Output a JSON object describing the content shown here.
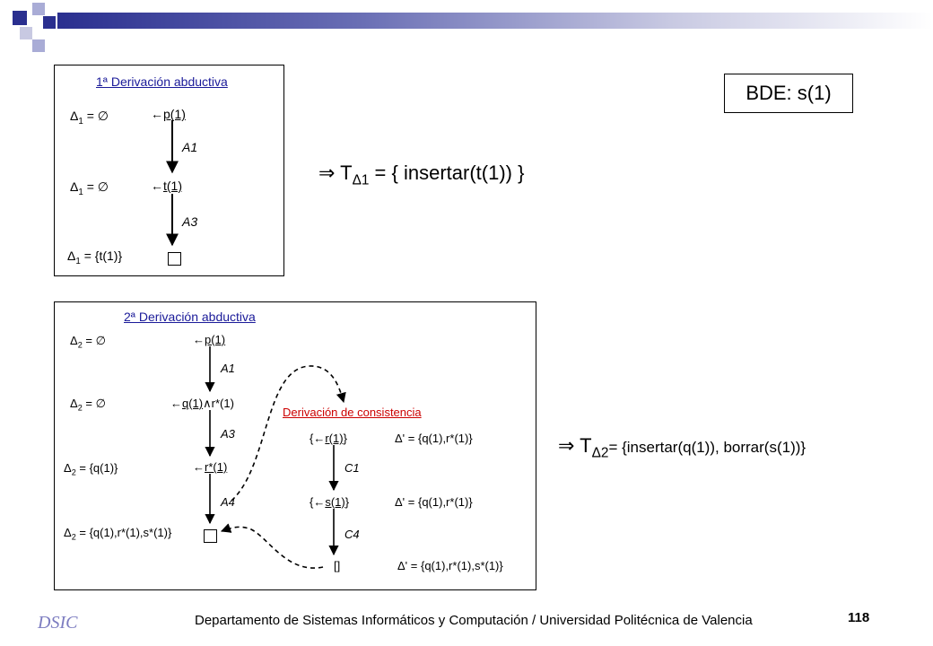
{
  "bde": "BDE: s(1)",
  "deriv1": {
    "title": "1ª Derivación abductiva",
    "d1": "Δ",
    "d1_sub": "1",
    "eq_empty": " = ∅",
    "eq_t1": " = {t(1)}",
    "goal_p1": "p(1)",
    "goal_t1": "t(1)",
    "step_a1": "A1",
    "step_a3": "A3",
    "arrow_left": "←"
  },
  "result1": {
    "implies": "⇒ T",
    "sub_delta": "Δ",
    "sub_num": "1",
    "rest": " = { insertar(t(1)) }"
  },
  "deriv2": {
    "title": "2ª Derivación abductiva",
    "d2": "Δ",
    "d2_sub": "2",
    "eq_empty": " = ∅",
    "eq_q1": " = {q(1)}",
    "eq_q1_r1_s1": " = {q(1),r*(1),s*(1)}",
    "goal_p1": "p(1)",
    "goal_q1": "q(1)",
    "goal_and_r1": "∧r*(1)",
    "goal_r1": "r*(1)",
    "step_a1": "A1",
    "step_a3": "A3",
    "step_a4": "A4",
    "arrow_left": "←"
  },
  "consistency": {
    "title": "Derivación de consistencia",
    "goal_r1": "r(1)",
    "goal_s1": "s(1)",
    "brace_open": "{",
    "brace_close": "}",
    "empty": "[]",
    "delta_prime": "Δ' = {q(1),r*(1)}",
    "delta_prime_final": "Δ' = {q(1),r*(1),s*(1)}",
    "step_c1": "C1",
    "step_c4": "C4"
  },
  "result2": {
    "implies": "⇒ T",
    "sub_delta": "Δ",
    "sub_num": "2",
    "rest": "= {insertar(q(1)), borrar(s(1))}"
  },
  "footer": {
    "text": "Departamento de Sistemas Informáticos y Computación / Universidad Politécnica de Valencia",
    "page": "118",
    "logo": "DSIC"
  },
  "colors": {
    "title_blue": "#1a1a99",
    "consistency_red": "#cc0000",
    "bar_dark": "#2a2f8f"
  }
}
